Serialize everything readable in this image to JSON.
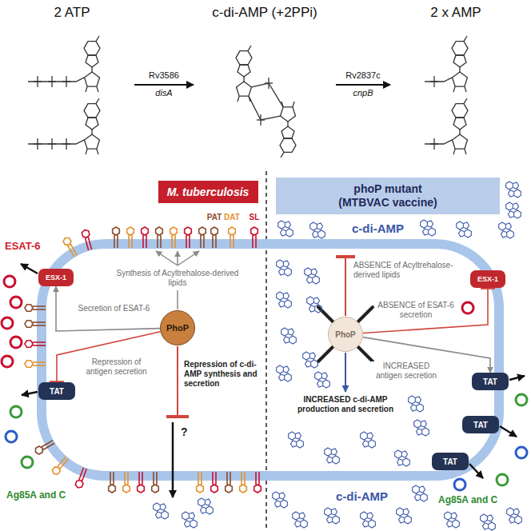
{
  "diagram": {
    "nodes": [
      {
        "text": [
          "2 ATP"
        ]
      },
      {
        "text": [
          "c-di-AMP (+2PPi)"
        ]
      },
      {
        "text": [
          "2 x AMP"
        ]
      },
      {
        "text": [
          "M. tuberculosis"
        ]
      },
      {
        "text": [
          "phoP mutant",
          "(MTBVAC vaccine)"
        ]
      },
      {
        "text": [
          "ESX-1"
        ]
      },
      {
        "text": [
          "PhoP"
        ]
      },
      {
        "text": [
          "TAT"
        ]
      },
      {
        "text": [
          "ESX-1"
        ]
      },
      {
        "text": [
          "PhoP"
        ]
      },
      {
        "text": [
          "TAT"
        ]
      },
      {
        "text": [
          "TAT"
        ]
      },
      {
        "text": [
          "TAT"
        ]
      }
    ],
    "edges": [
      {
        "from": 0,
        "to": 1,
        "arrow": "to",
        "label": "Rv3586"
      },
      {
        "from": 1,
        "to": 2,
        "arrow": "to",
        "label": "Rv2837c"
      },
      {
        "from": 6,
        "to": 5,
        "arrow": "to",
        "label": "Secretion of ESAT-6"
      },
      {
        "from": 6,
        "to": 7,
        "arrow": "to",
        "label": "Repression of antigen secretion"
      },
      {
        "from": 9,
        "to": 8,
        "arrow": "to",
        "label": "ABSENCE of ESAT-6 secretion"
      },
      {
        "from": 9,
        "to": 10,
        "arrow": "to",
        "label": "INCREASED antigen secretion"
      }
    ],
    "labels": [
      "disA",
      "cnpB",
      "ESAT-6",
      "PAT",
      "DAT",
      "SL",
      "Synthesis of Acyltrehalose-derived lipids",
      "Repression of c-di-AMP synthesis and secretion",
      "?",
      "Ag85A and C",
      "c-di-AMP",
      "ABSENCE of Acyltrehalose-derived lipids",
      "INCREASED c-di-AMP production and secretion",
      "Ag85A and C",
      "c-di-AMP"
    ]
  }
}
